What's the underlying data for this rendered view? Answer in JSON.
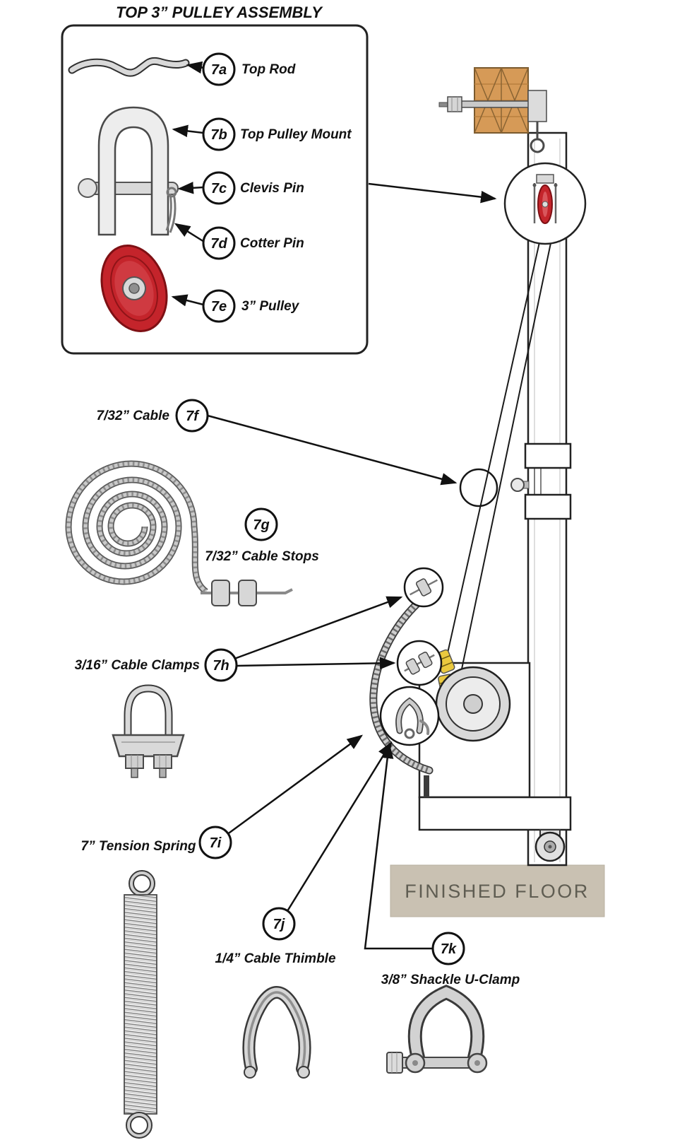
{
  "title": "TOP 3” PULLEY ASSEMBLY",
  "floor": {
    "label": "FINISHED FLOOR"
  },
  "callouts": {
    "a": {
      "id": "7a",
      "label": "Top Rod"
    },
    "b": {
      "id": "7b",
      "label": "Top Pulley Mount"
    },
    "c": {
      "id": "7c",
      "label": "Clevis Pin"
    },
    "d": {
      "id": "7d",
      "label": "Cotter Pin"
    },
    "e": {
      "id": "7e",
      "label": "3” Pulley"
    },
    "f": {
      "id": "7f",
      "label": "7/32” Cable"
    },
    "g": {
      "id": "7g",
      "label": "7/32” Cable Stops"
    },
    "h": {
      "id": "7h",
      "label": "3/16” Cable Clamps"
    },
    "i": {
      "id": "7i",
      "label": "7” Tension Spring"
    },
    "j": {
      "id": "7j",
      "label": "1/4” Cable Thimble"
    },
    "k": {
      "id": "7k",
      "label": "3/8” Shackle U-Clamp"
    }
  },
  "colors": {
    "pulley_red": "#c4242b",
    "wood": "#d69a57",
    "stop_yellow": "#eac93e",
    "floor_fill": "#c9c1b2",
    "floor_text": "#5f5d52"
  }
}
